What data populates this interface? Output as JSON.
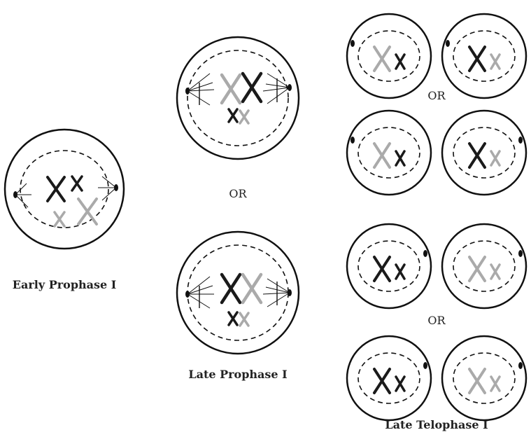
{
  "labels": {
    "early": "Early Prophase I",
    "late_prophase": "Late Prophase I",
    "late_telophase": "Late Telophase I",
    "or_mid": "OR",
    "or_top_right": "OR",
    "or_bottom_right": "OR"
  },
  "colors": {
    "dark": "#1a1a1a",
    "light": "#aaaaaa",
    "outline": "#111111"
  }
}
